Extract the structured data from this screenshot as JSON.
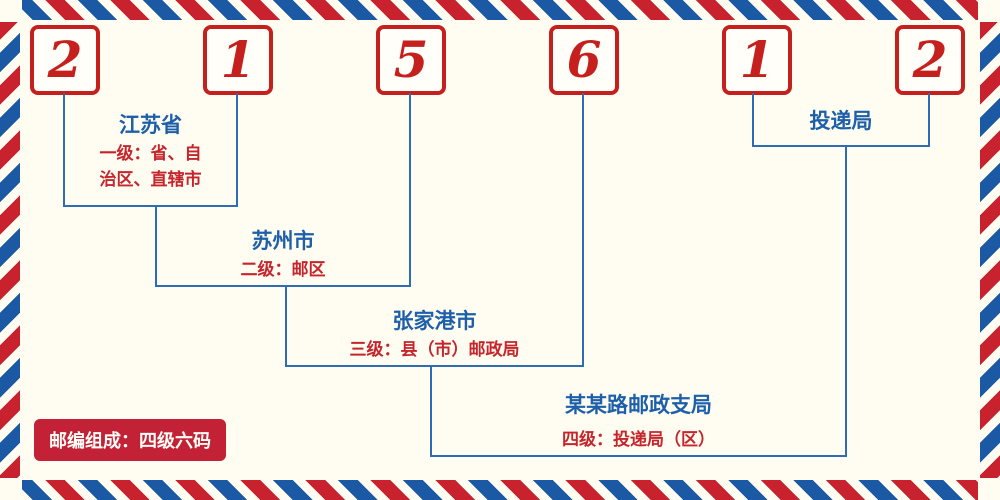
{
  "code": {
    "digits": [
      "2",
      "1",
      "5",
      "6",
      "1",
      "2"
    ]
  },
  "levels": [
    {
      "name": "江苏省",
      "desc1": "一级：省、自",
      "desc2": "治区、直辖市"
    },
    {
      "name": "苏州市",
      "desc1": "二级：邮区"
    },
    {
      "name": "张家港市",
      "desc1": "三级：县（市）邮政局"
    },
    {
      "name": "某某路邮政支局",
      "desc1": "四级：投递局（区）"
    },
    {
      "name": "投递局"
    }
  ],
  "badge": {
    "text": "邮编组成：四级六码"
  },
  "colors": {
    "background": "#fffdf2",
    "digit_red": "#c5201d",
    "label_blue": "#1d5fa8",
    "label_red": "#c5252c",
    "line_blue": "#2e6db4",
    "badge_red": "#c32236",
    "stripe_red": "#c8222e",
    "stripe_blue": "#1c59a5"
  }
}
